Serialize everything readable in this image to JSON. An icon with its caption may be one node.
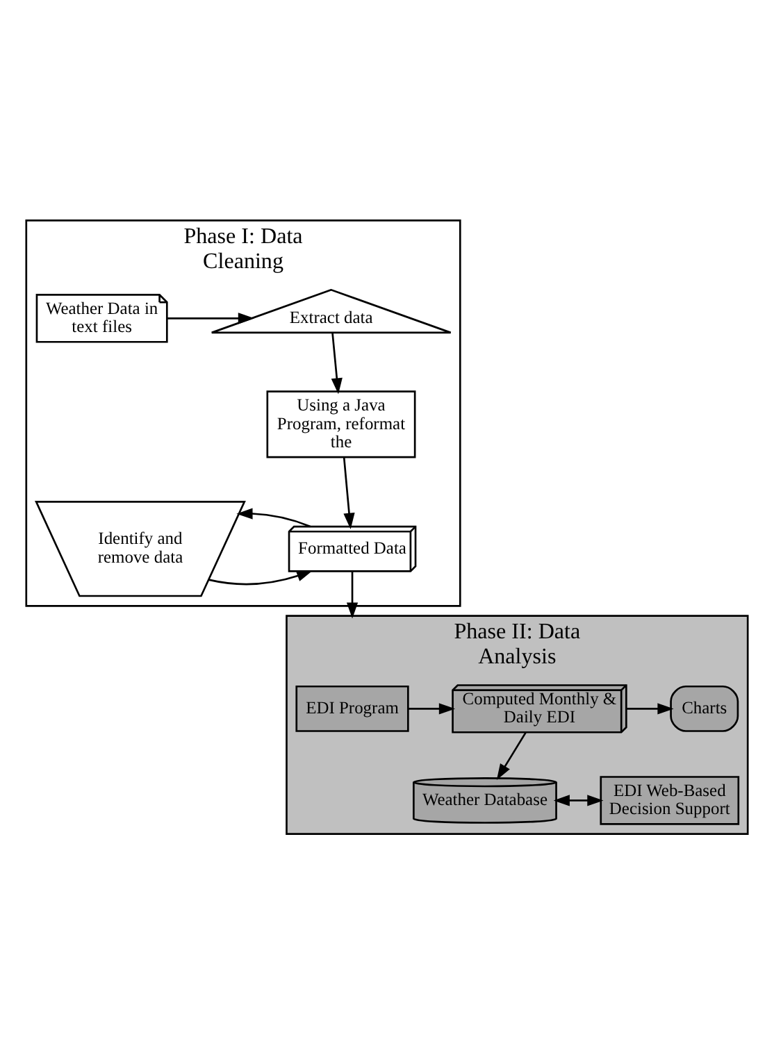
{
  "diagram": {
    "nodes": [
      {
        "text": [
          "Phase I: Data Cleaning"
        ]
      },
      {
        "text": [
          "Weather Data in text files"
        ],
        "in": 0
      },
      {
        "text": [
          "Extract data"
        ],
        "in": 0
      },
      {
        "text": [
          "Using a Java Program, reformat the"
        ],
        "in": 0
      },
      {
        "text": [
          "Formatted Data"
        ],
        "in": 0
      },
      {
        "text": [
          "Identify and remove data"
        ],
        "in": 0
      },
      {
        "text": [
          "Phase II: Data Analysis"
        ]
      },
      {
        "text": [
          "EDI Program"
        ],
        "in": 6
      },
      {
        "text": [
          "Computed Monthly & Daily EDI"
        ],
        "in": 6
      },
      {
        "text": [
          "Charts"
        ],
        "in": 6
      },
      {
        "text": [
          "Weather Database"
        ],
        "in": 6
      },
      {
        "text": [
          "EDI Web-Based Decision Support"
        ],
        "in": 6
      }
    ],
    "edges": [
      {
        "from": 1,
        "to": 2,
        "arrow": "to"
      },
      {
        "from": 2,
        "to": 3,
        "arrow": "to"
      },
      {
        "from": 3,
        "to": 4,
        "arrow": "to"
      },
      {
        "from": 5,
        "to": 4,
        "arrow": "to"
      },
      {
        "from": 4,
        "to": 5,
        "arrow": "to"
      },
      {
        "from": 4,
        "to": 6,
        "arrow": "to"
      },
      {
        "from": 7,
        "to": 8,
        "arrow": "to"
      },
      {
        "from": 8,
        "to": 9,
        "arrow": "to"
      },
      {
        "from": 8,
        "to": 10,
        "arrow": "to"
      },
      {
        "from": 10,
        "to": 11,
        "arrow": "both"
      }
    ]
  }
}
